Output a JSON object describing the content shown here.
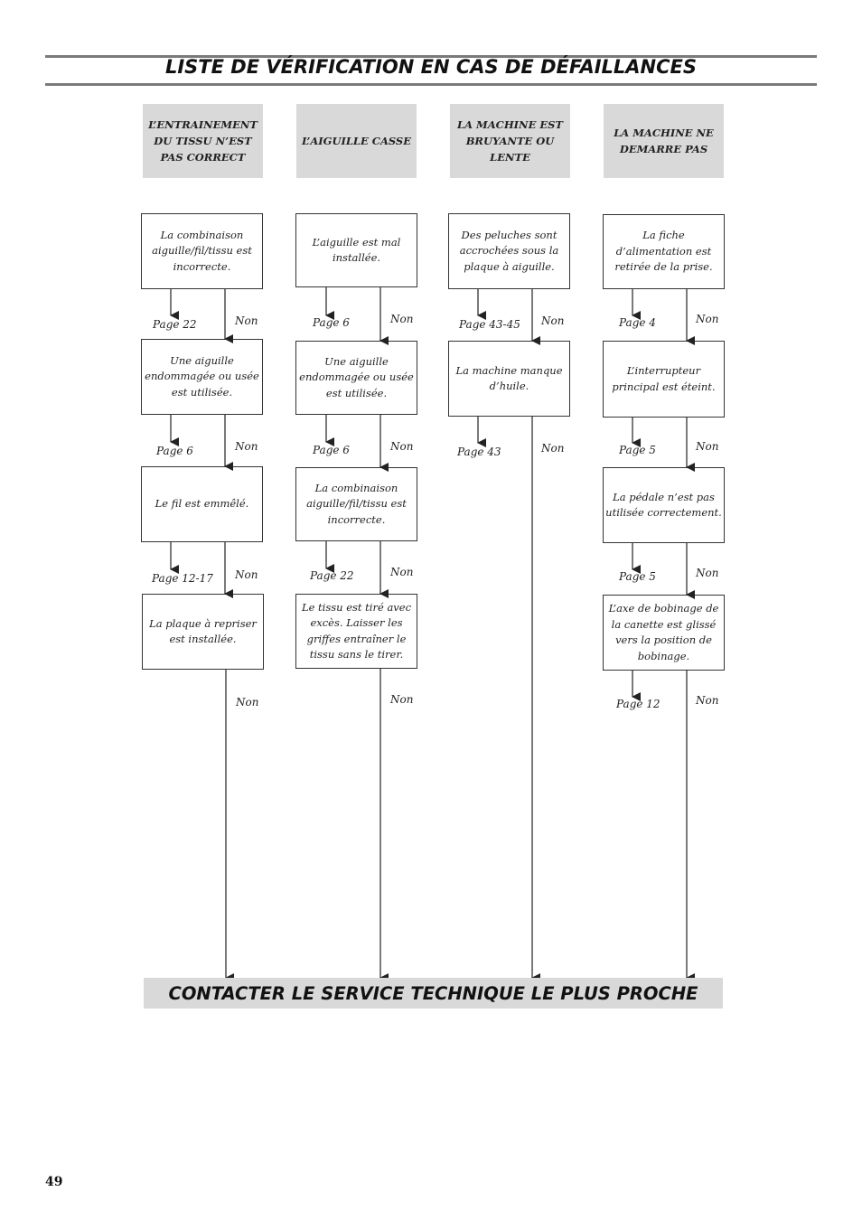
{
  "title": "LISTE DE VÉRIFICATION EN CAS DE DÉFAILLANCES",
  "columns": [
    {
      "header": "L’ENTRAINEMENT DU TISSU N’EST PAS CORRECT",
      "steps": [
        "La combinaison aiguille/fil/tissu est incorrecte.",
        "Une aiguille endommagée ou usée est utilisée.",
        "Le fil est emmêlé.",
        "La plaque à repriser est installée."
      ],
      "pages": [
        "Page 22",
        "Page 6",
        "Page 12-17"
      ]
    },
    {
      "header": "L’AIGUILLE CASSE",
      "steps": [
        "L’aiguille est mal installée.",
        "Une aiguille endommagée ou usée est utilisée.",
        "La combinaison aiguille/fil/tissu est incorrecte.",
        "Le tissu est tiré avec excès. Laisser les griffes entraîner le tissu sans le tirer."
      ],
      "pages": [
        "Page 6",
        "Page 6",
        "Page 22"
      ]
    },
    {
      "header": "LA MACHINE EST BRUYANTE OU LENTE",
      "steps": [
        "Des peluches sont accrochées sous la plaque à aiguille.",
        "La machine manque d’huile."
      ],
      "pages": [
        "Page 43-45",
        "Page 43"
      ]
    },
    {
      "header": "LA MACHINE NE DEMARRE PAS",
      "steps": [
        "La fiche d’alimentation est retirée de la prise.",
        "L’interrupteur principal est éteint.",
        "La pédale n’est pas utilisée correctement.",
        "L’axe de bobinage de la canette est glissé vers la position de bobinage."
      ],
      "pages": [
        "Page 4",
        "Page 5",
        "Page 5",
        "Page 12"
      ]
    }
  ],
  "no_label": "Non",
  "footer": "CONTACTER LE SERVICE TECHNIQUE LE PLUS PROCHE",
  "page_number": "49"
}
